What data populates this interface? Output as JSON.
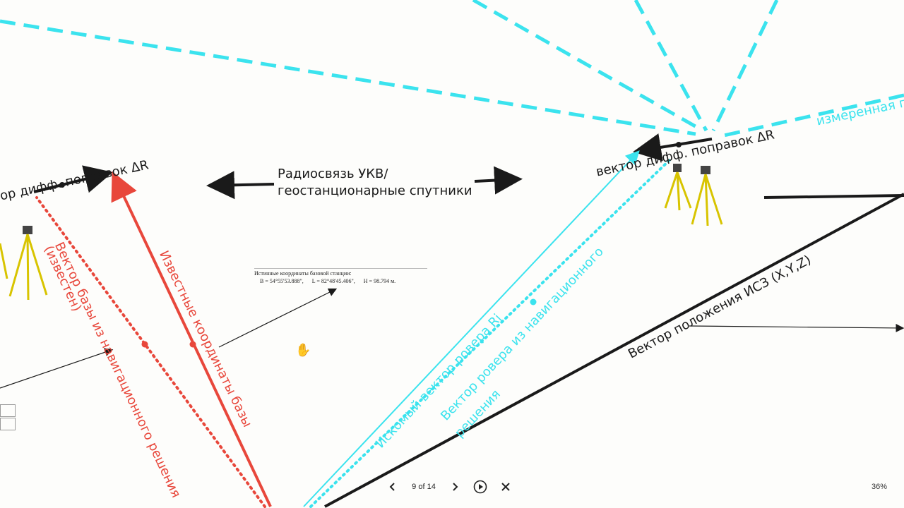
{
  "slide": {
    "radio_line1": "Радиосвязь УКВ/",
    "radio_line2": "геостанционарные спутники",
    "left_corrections": "ор дифф. поправок ΔR",
    "right_corrections": "вектор дифф. поправок ΔR",
    "measured": "измеренная п",
    "base_nav_vector": "Вектор базы из навигационного решения",
    "base_known": "(известен)",
    "known_coords": "Известные координаты базы",
    "rover_sought": "Искомый вектор ровера Rj",
    "rover_nav_line1": "Вектор ровера из навигационного",
    "rover_nav_line2": "решения",
    "sat_position": "Вектор положения ИСЗ (X,Y,Z)"
  },
  "document": {
    "title": "Истинные координаты базовой станции:",
    "b": "B  = 54°55'53.888\",",
    "l": "L  = 82°48'45.406\",",
    "h": "H  = 98.794 м."
  },
  "toolbar": {
    "page_indicator": "9 of 14",
    "zoom": "36%"
  },
  "colors": {
    "red": "#e8473b",
    "cyan": "#3be3ee",
    "black": "#1a1a1a"
  },
  "icons": {
    "prev": "chevron-left-icon",
    "next": "chevron-right-icon",
    "play": "play-circle-icon",
    "close": "close-icon",
    "hand": "hand-cursor-icon"
  }
}
